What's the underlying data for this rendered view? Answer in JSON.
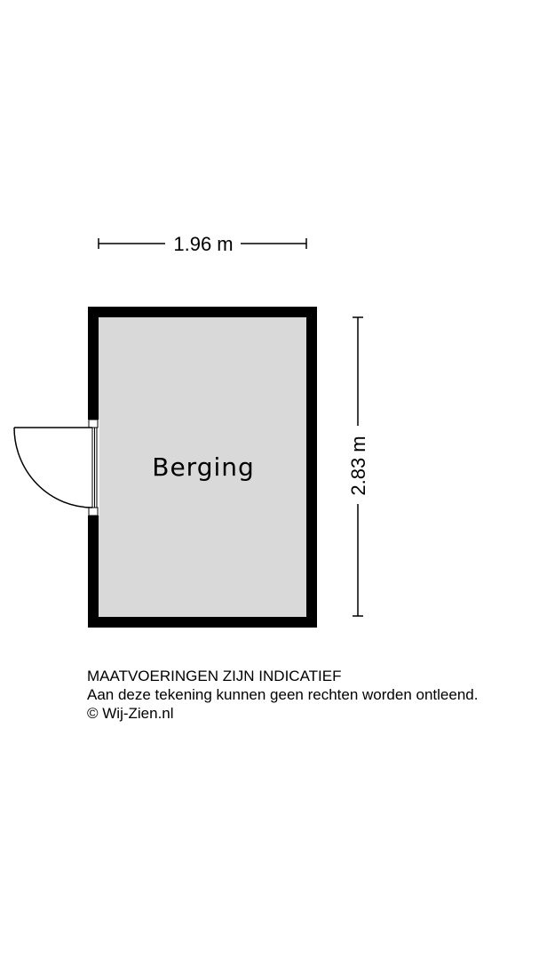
{
  "plan": {
    "width_label": "1.96 m",
    "height_label": "2.83 m",
    "room_name": "Berging",
    "floor_color": "#d9d9d9",
    "wall_color": "#000000"
  },
  "footer": {
    "line1": "MAATVOERINGEN ZIJN INDICATIEF",
    "line2": "Aan deze tekening kunnen geen rechten worden ontleend.",
    "line3": "© Wij-Zien.nl"
  }
}
